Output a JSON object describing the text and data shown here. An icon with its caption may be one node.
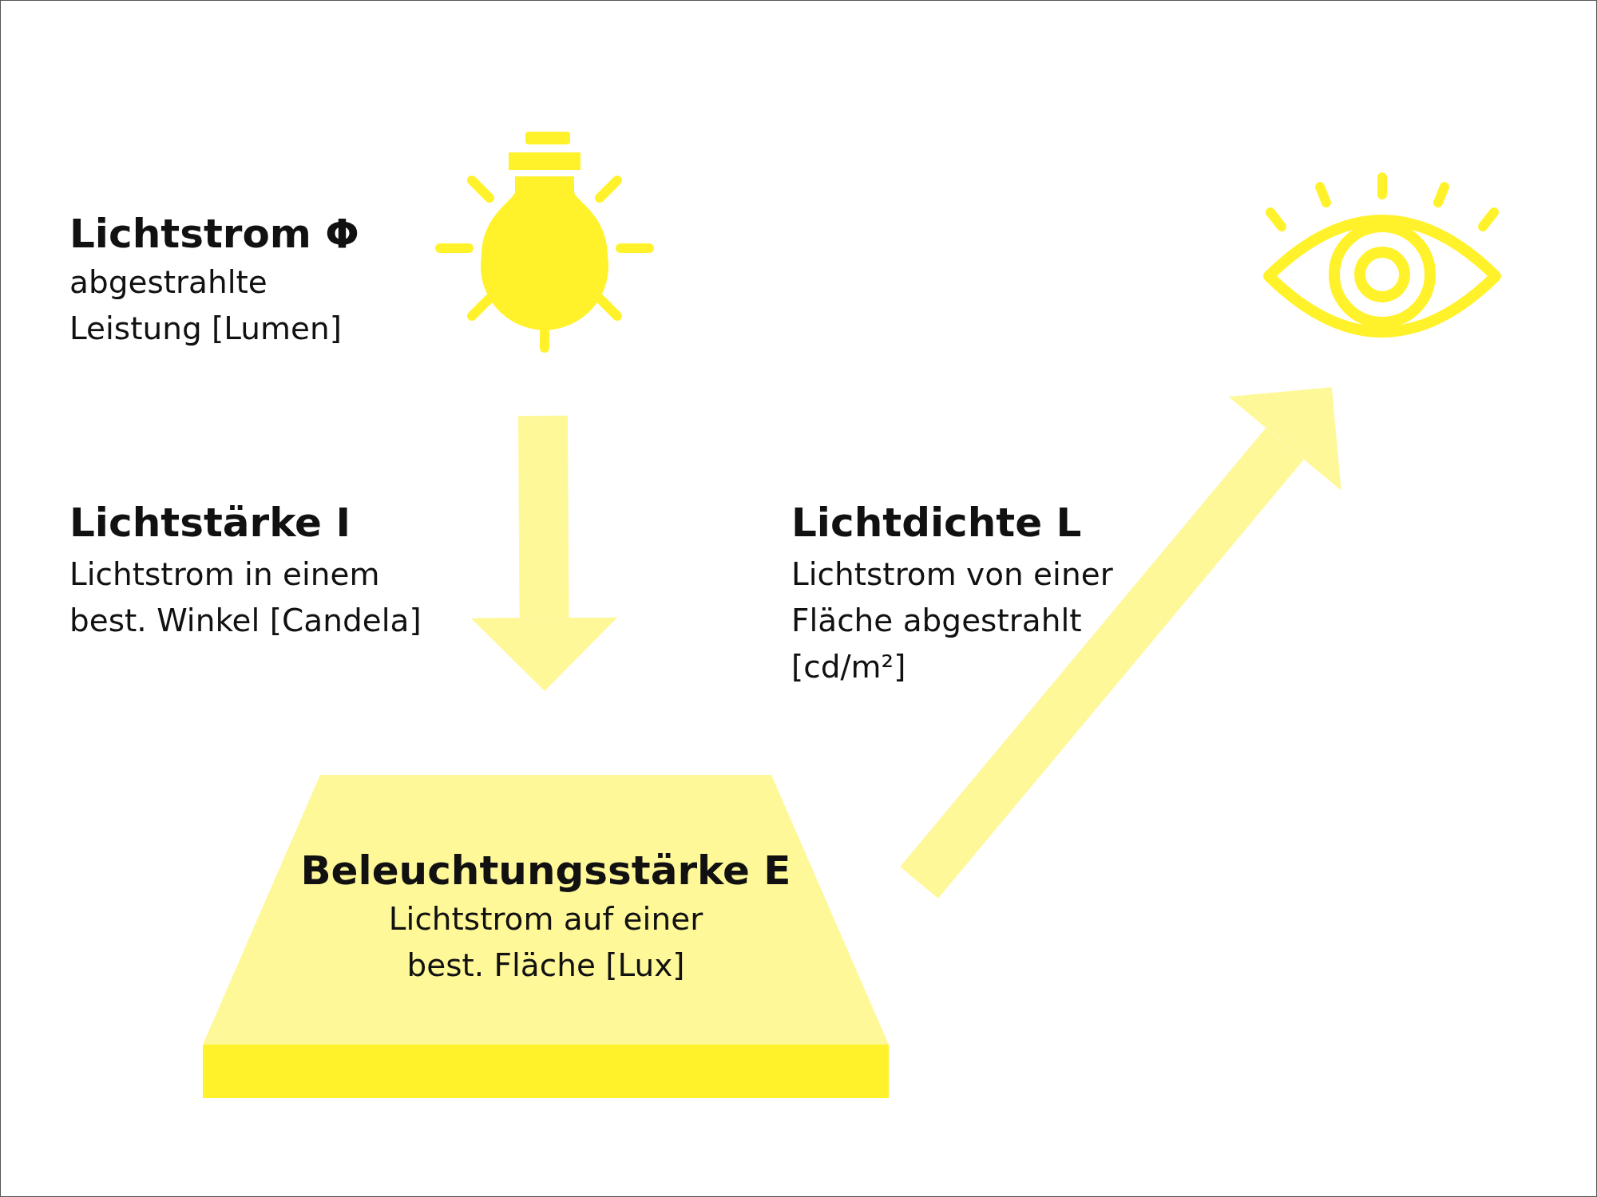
{
  "diagram": {
    "nodes": [
      {
        "text": [],
        "shape": "picture",
        "beside": [
          "Lichtstrom Φ",
          "abgestrahlte Leistung [Lumen]"
        ]
      },
      {
        "text": [
          "Beleuchtungsstärke E",
          "Lichtstrom auf einer best. Fläche [Lux]"
        ]
      },
      {
        "text": [],
        "shape": "picture"
      }
    ],
    "edges": [
      {
        "from": 0,
        "to": 1,
        "arrow": "to",
        "label": "**Lichtstärke I** Lichtstrom in einem best. Winkel [Candela]"
      },
      {
        "from": 1,
        "to": 2,
        "arrow": "to",
        "label": "**Lichtdichte L** Lichtstrom von einer Fläche abgestrahlt [cd/m²]"
      }
    ]
  }
}
